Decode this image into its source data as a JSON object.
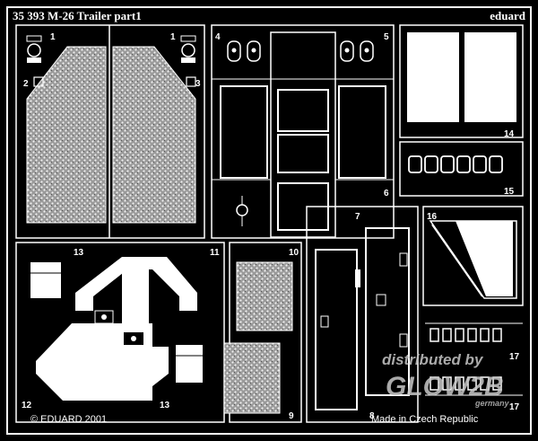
{
  "sheet": {
    "title": "35 393  M-26 Trailer  part1",
    "brand": "eduard",
    "copyright": "© EDUARD 2001",
    "origin": "Made in Czech Republic"
  },
  "part_numbers": [
    "1",
    "1",
    "2",
    "3",
    "4",
    "5",
    "6",
    "7",
    "8",
    "9",
    "10",
    "11",
    "12",
    "13",
    "13",
    "14",
    "15",
    "16",
    "17",
    "17"
  ],
  "watermark": {
    "line1": "distributed by",
    "brand_logo": "GLOW2B",
    "line2": "germany"
  },
  "colors": {
    "fret": "#000000",
    "metal": "#ffffff",
    "frame": "#1a1a1a"
  }
}
